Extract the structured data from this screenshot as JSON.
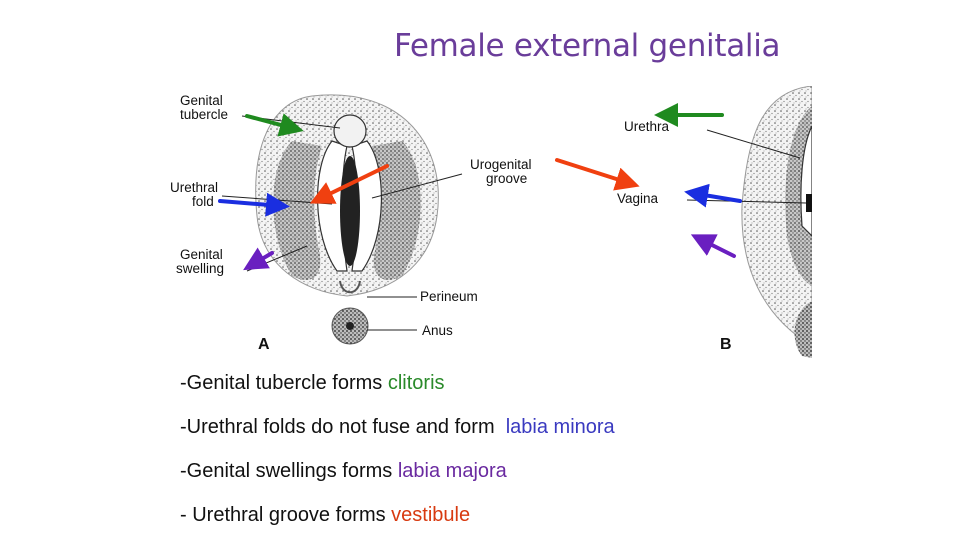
{
  "title": "Female external genitalia",
  "labels_a": {
    "genital_tubercle": [
      "Genital",
      "tubercle"
    ],
    "urethral_fold": [
      "Urethral",
      "fold"
    ],
    "genital_swelling": [
      "Genital",
      "swelling"
    ],
    "urogenital_groove": [
      "Urogenital",
      "groove"
    ],
    "perineum": "Perineum",
    "anus": "Anus",
    "panel": "A"
  },
  "labels_b": {
    "urethra": "Urethra",
    "vagina": "Vagina",
    "panel": "B"
  },
  "arrow_colors": {
    "green": "#1f8a1f",
    "blue": "#1a2ee0",
    "purple": "#6a1fc0",
    "red": "#f04010"
  },
  "bullets": [
    {
      "prefix": "-Genital tubercle forms ",
      "term": "clitoris"
    },
    {
      "prefix": "-Urethral folds do not fuse and form  ",
      "term": "labia minora"
    },
    {
      "prefix": "-Genital swellings forms ",
      "term": "labia majora"
    },
    {
      "prefix": "- Urethral groove forms ",
      "term": "vestibule"
    }
  ]
}
